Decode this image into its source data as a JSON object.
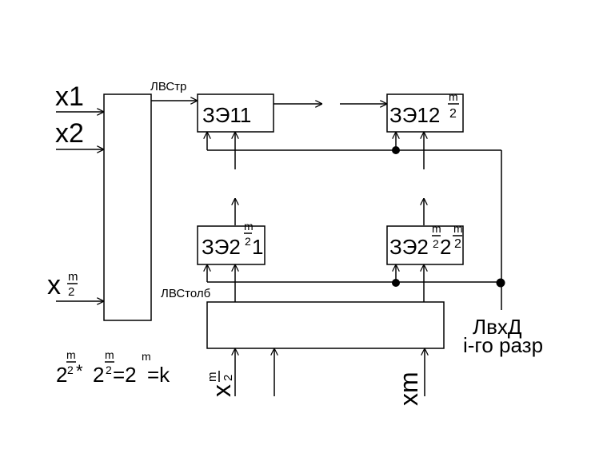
{
  "inputs": {
    "x1": "x1",
    "x2": "x2",
    "xm2_base": "x",
    "xm2_num": "m",
    "xm2_den": "2"
  },
  "buses": {
    "row": "ЛВСтр",
    "col": "ЛВСтолб"
  },
  "cells": {
    "c11": "ЗЭ11",
    "c12_base": "ЗЭ12",
    "c12_num": "m",
    "c12_den": "2",
    "c21_base": "ЗЭ2",
    "c21_num": "m",
    "c21_den": "2",
    "c21_tail": "1",
    "c22_base": "ЗЭ2",
    "c22_n1": "m",
    "c22_d1": "2",
    "c22_mid": "2",
    "c22_n2": "m",
    "c22_d2": "2"
  },
  "bottom_inputs": {
    "left_base": "x",
    "left_num": "m",
    "left_den": "2",
    "right": "xm"
  },
  "output": {
    "line1": "ЛвхД",
    "line2": "i-го разр"
  },
  "formula": {
    "b1": "2",
    "n1": "m",
    "d1": "2",
    "star": "*",
    "b2": "2",
    "n2": "m",
    "d2": "2",
    "eq1": "=2",
    "n3": "m",
    "eq2": "=k"
  }
}
